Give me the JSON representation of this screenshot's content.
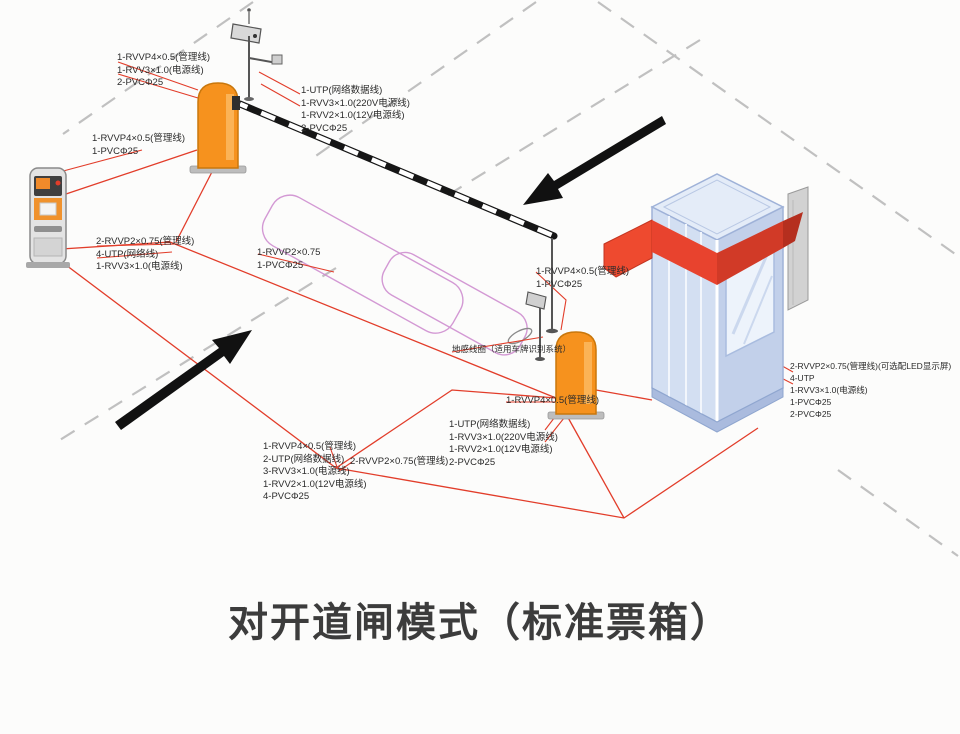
{
  "title": "对开道闸模式（标准票箱）",
  "colors": {
    "cable_red": "#e23d2a",
    "barrier_orange": "#f6921e",
    "booth_blue": "#c2d0ea",
    "ribbon_red": "#e8432e",
    "island_pink": "#cf8fd0",
    "road_gray": "#c0c0c0",
    "arrow_black": "#111111",
    "label_text": "#2b2b2b"
  },
  "labels": {
    "barrier1_top": {
      "lines": [
        "1-RVVP4×0.5(管理线)",
        "1-RVV3×1.0(电源线)",
        "2-PVCΦ25"
      ]
    },
    "reader_left": {
      "lines": [
        "1-RVVP4×0.5(管理线)",
        "1-PVCΦ25"
      ]
    },
    "camera_top": {
      "lines": [
        "1-UTP(网络数据线)",
        "1-RVV3×1.0(220V电源线)",
        "1-RVV2×1.0(12V电源线)",
        "2-PVCΦ25"
      ]
    },
    "reader_mid": {
      "lines": [
        "2-RVVP2×0.75(管理线)",
        "4-UTP(网络线)",
        "1-RVV3×1.0(电源线)"
      ]
    },
    "island_center": {
      "lines": [
        "1-RVVP2×0.75",
        "1-PVCΦ25"
      ]
    },
    "barrier2_top": {
      "lines": [
        "1-RVVP4×0.5(管理线)",
        "1-PVCΦ25"
      ]
    },
    "ground_coil": {
      "lines": [
        "地感线圈（适用车牌识别系统）"
      ]
    },
    "barrier2_base": {
      "lines": [
        "1-RVVP4×0.5(管理线)"
      ]
    },
    "barrier2_cables": {
      "lines": [
        "1-UTP(网络数据线)",
        "1-RVV3×1.0(220V电源线)",
        "1-RVV2×1.0(12V电源线)",
        "2-PVCΦ25"
      ]
    },
    "trunk_bottom": {
      "lines": [
        "1-RVVP4×0.5(管理线)",
        "2-UTP(网络数据线)",
        "3-RVV3×1.0(电源线)",
        "1-RVV2×1.0(12V电源线)",
        "4-PVCΦ25"
      ]
    },
    "trunk_side": {
      "lines": [
        "2-RVVP2×0.75(管理线)"
      ]
    },
    "booth_right": {
      "lines": [
        "2-RVVP2×0.75(管理线)(可选配LED显示屏)",
        "4-UTP",
        "1-RVV3×1.0(电源线)",
        "1-PVCΦ25",
        "2-PVCΦ25"
      ]
    }
  }
}
